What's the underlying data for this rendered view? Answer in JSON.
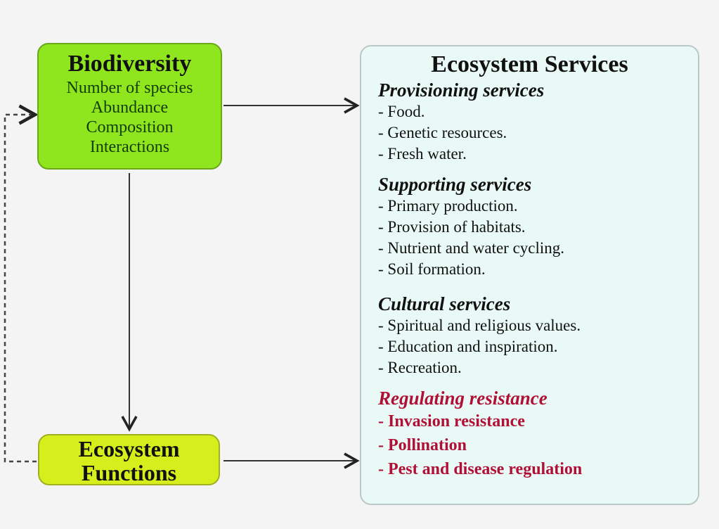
{
  "biodiversity": {
    "title": "Biodiversity",
    "items": [
      "Number of species",
      "Abundance",
      "Composition",
      "Interactions"
    ]
  },
  "functions": {
    "title_line1": "Ecosystem",
    "title_line2": "Functions"
  },
  "services": {
    "title": "Ecosystem Services",
    "sections": [
      {
        "heading": "Provisioning services",
        "items": [
          "- Food.",
          "- Genetic resources.",
          "- Fresh water."
        ]
      },
      {
        "heading": "Supporting services",
        "items": [
          "- Primary production.",
          "- Provision of  habitats.",
          "- Nutrient and water cycling.",
          "- Soil formation."
        ]
      },
      {
        "heading": "Cultural services",
        "items": [
          "- Spiritual and religious values.",
          "- Education and inspiration.",
          "- Recreation."
        ]
      },
      {
        "heading": "Regulating resistance",
        "items": [
          "- Invasion resistance",
          "- Pollination",
          "- Pest and disease regulation"
        ]
      }
    ]
  },
  "colors": {
    "biodiversity": "#8fe61f",
    "functions": "#d6ee1c",
    "services": "#e9faf6",
    "regulating": "#b01035"
  }
}
